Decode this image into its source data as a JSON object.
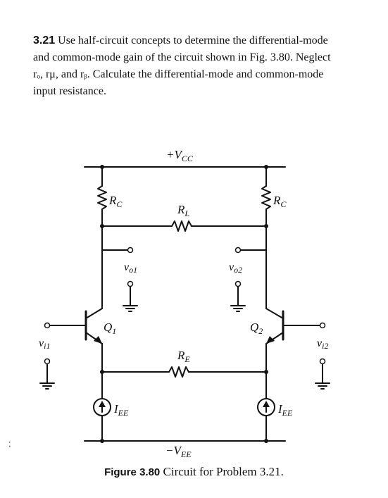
{
  "problem": {
    "number": "3.21",
    "text": "Use half-circuit concepts to determine the differential-mode and common-mode gain of the circuit shown in Fig. 3.80. Neglect rₒ, rμ, and rᵦ. Calculate the differential-mode and common-mode input resistance."
  },
  "circuit": {
    "vcc": "+V",
    "vcc_sub": "CC",
    "vee": "−V",
    "vee_sub": "EE",
    "rc_left": "R",
    "rc_left_sub": "C",
    "rc_right": "R",
    "rc_right_sub": "C",
    "rl": "R",
    "rl_sub": "L",
    "re": "R",
    "re_sub": "E",
    "vo1": "v",
    "vo1_sub": "o1",
    "vo2": "v",
    "vo2_sub": "o2",
    "vi1": "v",
    "vi1_sub": "i1",
    "vi2": "v",
    "vi2_sub": "i2",
    "q1": "Q",
    "q1_sub": "1",
    "q2": "Q",
    "q2_sub": "2",
    "iee_left": "I",
    "iee_left_sub": "EE",
    "iee_right": "I",
    "iee_right_sub": "EE"
  },
  "caption": {
    "figure": "Figure 3.80",
    "text": "Circuit for Problem 3.21."
  },
  "margin_mark": ":"
}
